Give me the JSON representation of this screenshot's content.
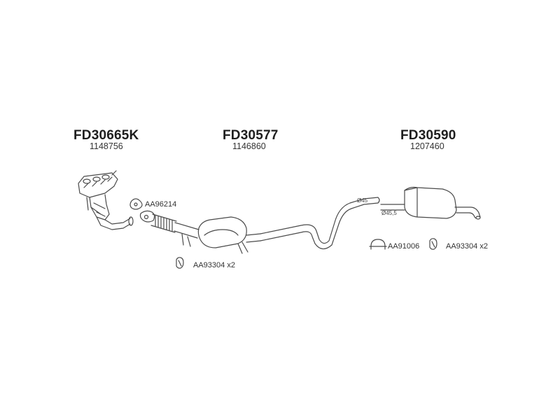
{
  "groups": [
    {
      "part_number": "FD30665K",
      "oe_number": "1148756"
    },
    {
      "part_number": "FD30577",
      "oe_number": "1146860"
    },
    {
      "part_number": "FD30590",
      "oe_number": "1207460"
    }
  ],
  "accessories": {
    "gasket_front": "AA96214",
    "clamp_mid": "AA93304 x2",
    "clamp_rear_ring": "AA91006",
    "clamp_rear": "AA93304 x2"
  },
  "dimensions": {
    "pipe_diameter": "Ø45",
    "muffler_inlet_diameter": "Ø45,5"
  }
}
